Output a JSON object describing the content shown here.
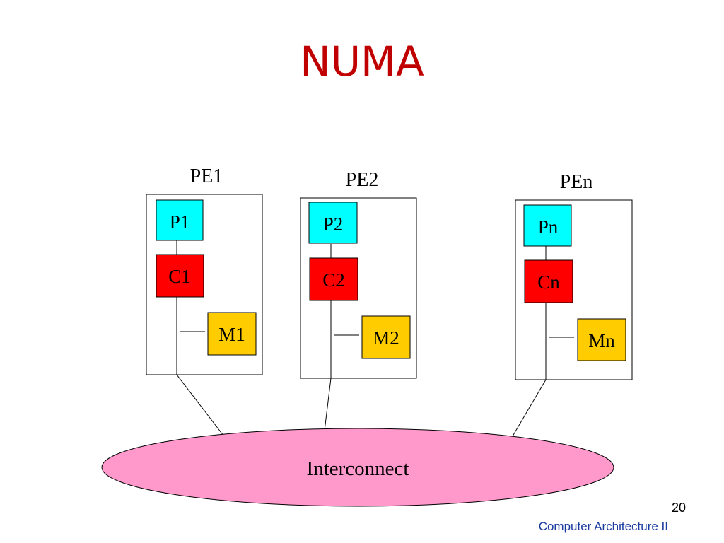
{
  "slide": {
    "title": "NUMA",
    "page_number": "20",
    "footer": "Computer Architecture II"
  },
  "colors": {
    "title": "#c00000",
    "processor": "#00ffff",
    "cache": "#ff0000",
    "memory": "#ffcc00",
    "interconnect": "#ff99cc",
    "footer": "#1a3aa0"
  },
  "diagram": {
    "nodes": [
      {
        "label": "PE1",
        "processor": "P1",
        "cache": "C1",
        "memory": "M1"
      },
      {
        "label": "PE2",
        "processor": "P2",
        "cache": "C2",
        "memory": "M2"
      },
      {
        "label": "PEn",
        "processor": "Pn",
        "cache": "Cn",
        "memory": "Mn"
      }
    ],
    "interconnect": "Interconnect"
  }
}
